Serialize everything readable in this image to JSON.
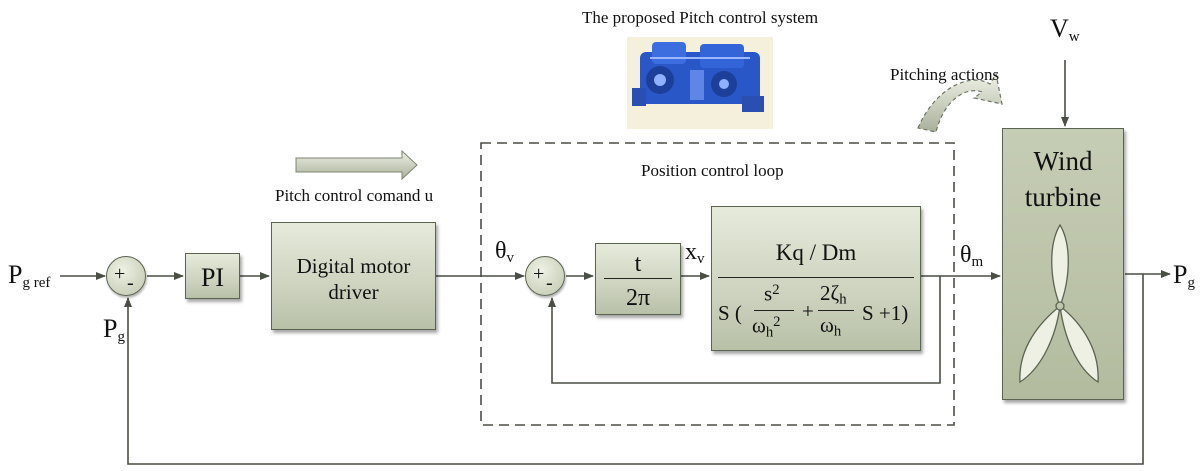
{
  "title": "The proposed Pitch control system",
  "pitching_actions": "Pitching actions",
  "pitch_command": "Pitch control comand u",
  "position_loop": "Position control loop",
  "inputs": {
    "pref_main": "P",
    "pref_sub": "g ref",
    "pg_main": "P",
    "pg_sub": "g",
    "vw_main": "V",
    "vw_sub": "w"
  },
  "signals": {
    "theta_v_main": "θ",
    "theta_v_sub": "v",
    "xv_main": "x",
    "xv_sub": "v",
    "theta_m_main": "θ",
    "theta_m_sub": "m",
    "pg_out_main": "P",
    "pg_out_sub": "g"
  },
  "summing": {
    "plus": "+",
    "minus": "-"
  },
  "blocks": {
    "pi": "PI",
    "driver_line1": "Digital motor",
    "driver_line2": "driver",
    "gain_num": "t",
    "gain_den": "2π",
    "tf_num": "Kq / Dm",
    "tf_den_s": "S (",
    "tf_s": "s",
    "tf_two": "2",
    "tf_omega": "ω",
    "tf_h": "h",
    "tf_two_zeta": "2ζ",
    "tf_plus": "+",
    "tf_tail": "S +1)",
    "turbine_line1": "Wind",
    "turbine_line2": "turbine"
  },
  "colors": {
    "block_fill": "#cdd3bf",
    "block_border": "#5b6450",
    "line": "#4a4f45",
    "pump_blue": "#2a57c8"
  }
}
